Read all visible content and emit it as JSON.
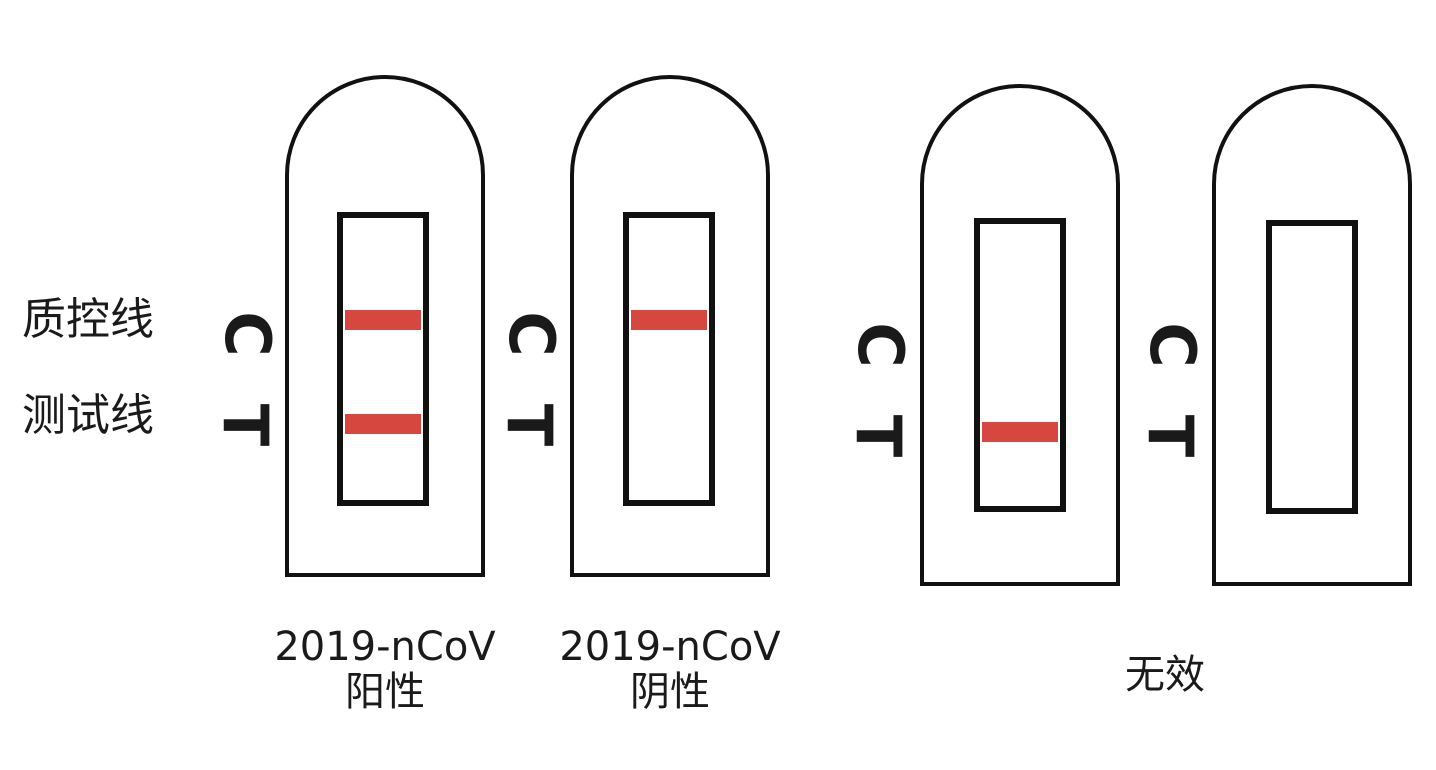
{
  "legend": {
    "control_line": "质控线",
    "test_line": "测试线"
  },
  "markers": {
    "c": "C",
    "t": "T"
  },
  "colors": {
    "band": "#d5473f",
    "outline": "#111111"
  },
  "cassettes": [
    {
      "name": "positive",
      "caption_line1": "2019-nCoV",
      "caption_line2": "阳性",
      "c_band": true,
      "t_band": true
    },
    {
      "name": "negative",
      "caption_line1": "2019-nCoV",
      "caption_line2": "阴性",
      "c_band": true,
      "t_band": false
    },
    {
      "name": "invalid-t-only",
      "caption_line1": "无效",
      "caption_line2": "",
      "c_band": false,
      "t_band": true
    },
    {
      "name": "invalid-none",
      "caption_line1": "",
      "caption_line2": "",
      "c_band": false,
      "t_band": false
    }
  ]
}
